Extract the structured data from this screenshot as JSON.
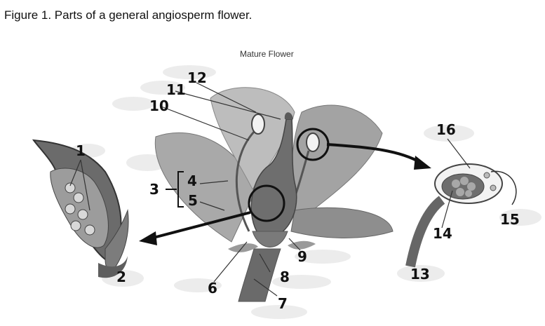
{
  "figure": {
    "title": "Figure 1. Parts of a general angiosperm flower.",
    "subtitle": "Mature Flower"
  },
  "labels": {
    "n1": "1",
    "n2": "2",
    "n3": "3",
    "n4": "4",
    "n5": "5",
    "n6": "6",
    "n7": "7",
    "n8": "8",
    "n9": "9",
    "n10": "10",
    "n11": "11",
    "n12": "12",
    "n13": "13",
    "n14": "14",
    "n15": "15",
    "n16": "16"
  }
}
